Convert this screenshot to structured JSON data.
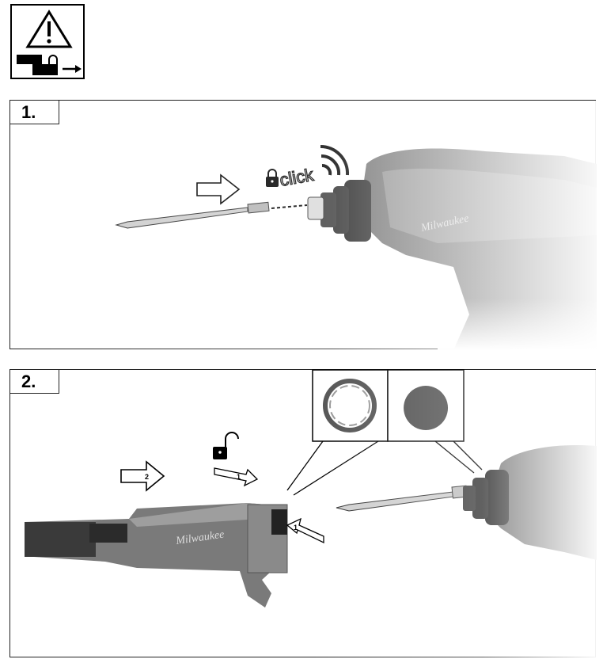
{
  "warning": {
    "icon": "warning-triangle-icon",
    "sub_icon": "battery-remove-icon"
  },
  "step1": {
    "label": "1.",
    "sound_text": "click",
    "icons": [
      "push-arrow-icon",
      "lock-closed-icon",
      "sound-waves-icon"
    ]
  },
  "step2": {
    "label": "2.",
    "arrow_labels": [
      "2",
      "1",
      "1"
    ],
    "icons": [
      "push-arrow-icon",
      "lock-open-icon",
      "collar-ring-icon",
      "collar-disc-icon"
    ],
    "brand_text": "Milwaukee"
  },
  "colors": {
    "tool_body": "#6e6e6e",
    "tool_dark": "#2a2a2a",
    "tool_light": "#bdbdbd",
    "line": "#000000"
  }
}
